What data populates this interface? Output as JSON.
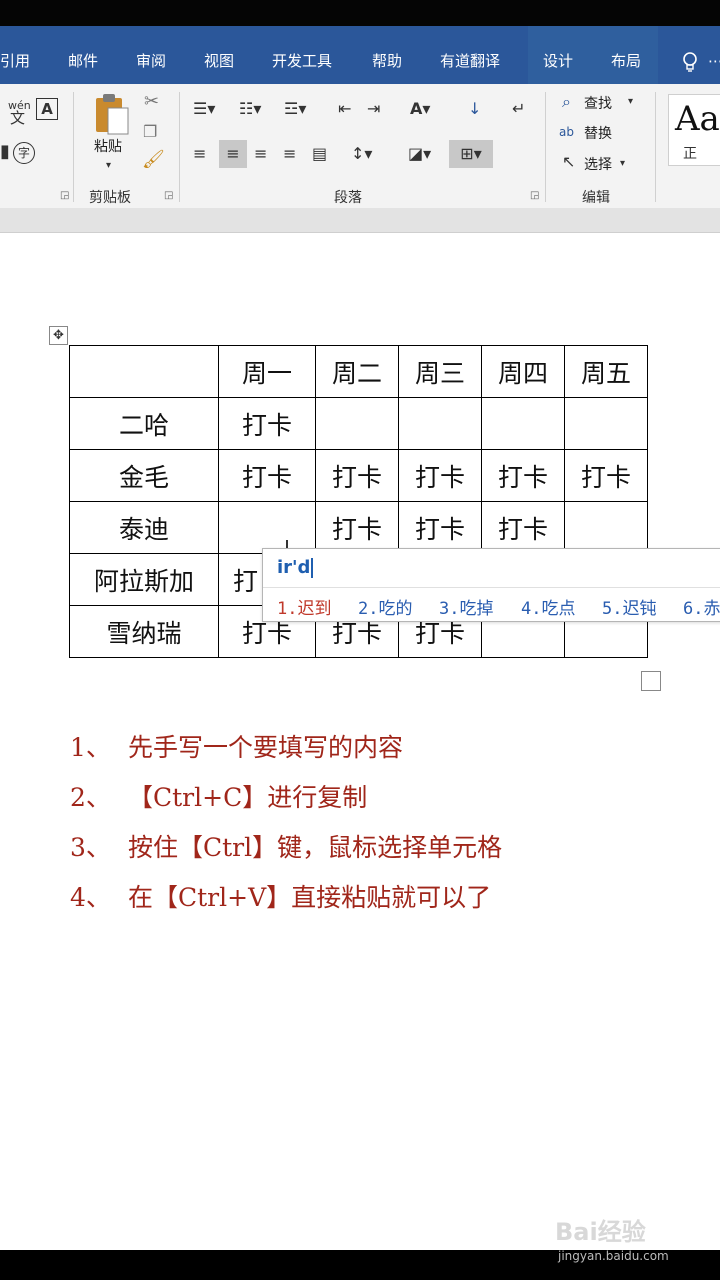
{
  "ribbon_tabs": [
    "引用",
    "邮件",
    "审阅",
    "视图",
    "开发工具",
    "帮助",
    "有道翻译",
    "设计",
    "布局"
  ],
  "tell_me_icon": "lightbulb-icon",
  "groups": {
    "clipboard": {
      "paste_label": "粘贴",
      "label": "剪贴板"
    },
    "paragraph": {
      "label": "段落"
    },
    "editing": {
      "label": "编辑",
      "find": "查找",
      "replace": "替换",
      "select": "选择"
    },
    "font": {
      "phonetic_top": "wén",
      "phonetic_bottom": "文",
      "enclose": "字"
    },
    "styles": {
      "preview": "Aa",
      "name": "正"
    }
  },
  "table": {
    "header": [
      "",
      "周一",
      "周二",
      "周三",
      "周四",
      "周五"
    ],
    "rows": [
      [
        "二哈",
        "打卡",
        "",
        "",
        "",
        ""
      ],
      [
        "金毛",
        "打卡",
        "打卡",
        "打卡",
        "打卡",
        "打卡"
      ],
      [
        "泰迪",
        "",
        "打卡",
        "打卡",
        "打卡",
        ""
      ],
      [
        "阿拉斯加",
        "打",
        "",
        "",
        "",
        ""
      ],
      [
        "雪纳瑞",
        "打卡",
        "打卡",
        "打卡",
        "",
        ""
      ]
    ]
  },
  "ime": {
    "composition": "ir'd",
    "candidates": [
      "1.迟到",
      "2.吃的",
      "3.吃掉",
      "4.吃点",
      "5.迟钝",
      "6.赤"
    ]
  },
  "steps": [
    {
      "num": "1、",
      "text": "先手写一个要填写的内容"
    },
    {
      "num": "2、",
      "text": "【Ctrl+C】进行复制"
    },
    {
      "num": "3、",
      "text": "按住【Ctrl】键，鼠标选择单元格"
    },
    {
      "num": "4、",
      "text": "在【Ctrl+V】直接粘贴就可以了"
    }
  ],
  "watermark": {
    "brand": "Bai经验",
    "url": "jingyan.baidu.com"
  },
  "colors": {
    "ribbon_blue": "#2b579a",
    "step_red": "#a0261a",
    "ime_blue": "#2a5db0"
  }
}
